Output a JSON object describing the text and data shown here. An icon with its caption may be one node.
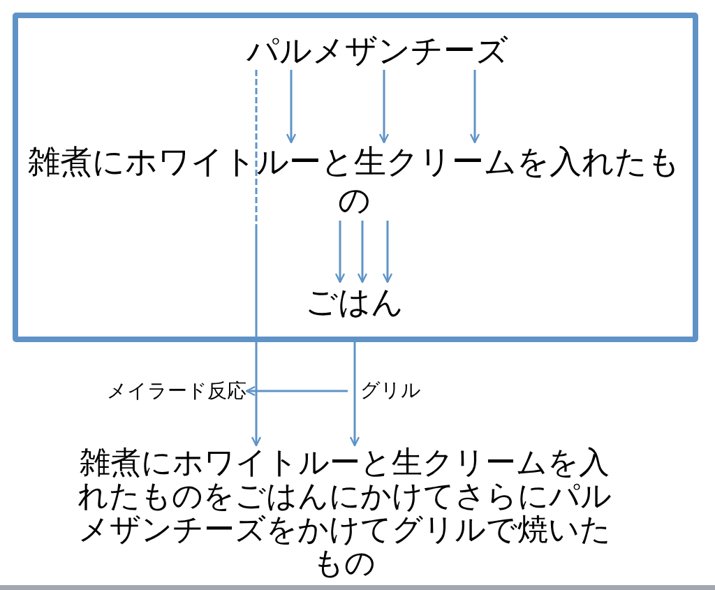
{
  "diagram": {
    "nodes": [
      {
        "text": [],
        "shape": "box"
      },
      {
        "text": [
          "パルメザンチーズ"
        ],
        "in": 0
      },
      {
        "text": [
          "雑煮にホワイトルーと生クリームを入れたもの"
        ],
        "in": 0
      },
      {
        "text": [
          "ごはん"
        ],
        "in": 0
      },
      {
        "text": [
          "メイラード反応"
        ]
      },
      {
        "text": [
          "雑煮にホワイトルーと生クリームを入れたものをごはんにかけてさらにパルメザンチーズをかけてグリルで焼いたもの"
        ]
      }
    ],
    "edges": [
      {
        "from": 1,
        "to": 2,
        "arrow": "to"
      },
      {
        "from": 1,
        "to": 2,
        "arrow": "to"
      },
      {
        "from": 1,
        "to": 2,
        "arrow": "to"
      },
      {
        "from": 2,
        "to": 3,
        "arrow": "to"
      },
      {
        "from": 2,
        "to": 3,
        "arrow": "to"
      },
      {
        "from": 2,
        "to": 3,
        "arrow": "to"
      },
      {
        "from": 1,
        "to": 5,
        "arrow": "to",
        "style": "dashed"
      },
      {
        "from": 0,
        "to": 5,
        "arrow": "to",
        "label": "グリル"
      },
      {
        "from": null,
        "to": 4,
        "arrow": "to"
      }
    ]
  }
}
